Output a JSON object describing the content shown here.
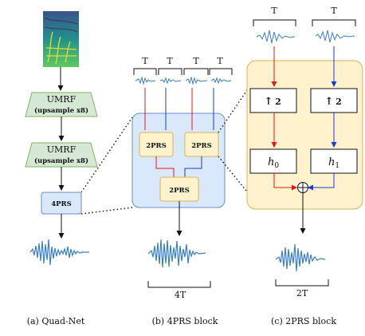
{
  "quadnet": {
    "umrf_1_title": "UMRF",
    "umrf_1_sub": "(upsample x8)",
    "umrf_2_title": "UMRF",
    "umrf_2_sub": "(upsample x8)",
    "prs4_label": "4PRS",
    "caption": "(a) Quad-Net"
  },
  "block4": {
    "t_labels": [
      "T",
      "T",
      "T",
      "T"
    ],
    "prs2_left": "2PRS",
    "prs2_right": "2PRS",
    "prs2_bottom": "2PRS",
    "out_len": "4T",
    "caption": "(b) 4PRS block"
  },
  "block2": {
    "t_labels": [
      "T",
      "T"
    ],
    "up_left": "2",
    "up_right": "2",
    "h0_base": "h",
    "h0_sub": "0",
    "h1_base": "h",
    "h1_sub": "1",
    "out_len": "2T",
    "caption": "(c) 2PRS block"
  },
  "colors": {
    "red": "#e01818",
    "blue": "#1a3ad8",
    "umrf_fill": "#d5e8d4",
    "umrf_stroke": "#82b366",
    "blue_fill": "#dae8fc",
    "blue_stroke": "#6c8ebf",
    "yellow_fill": "#fff2cc",
    "yellow_stroke": "#d6b656",
    "wave": "#3a7fc4"
  }
}
